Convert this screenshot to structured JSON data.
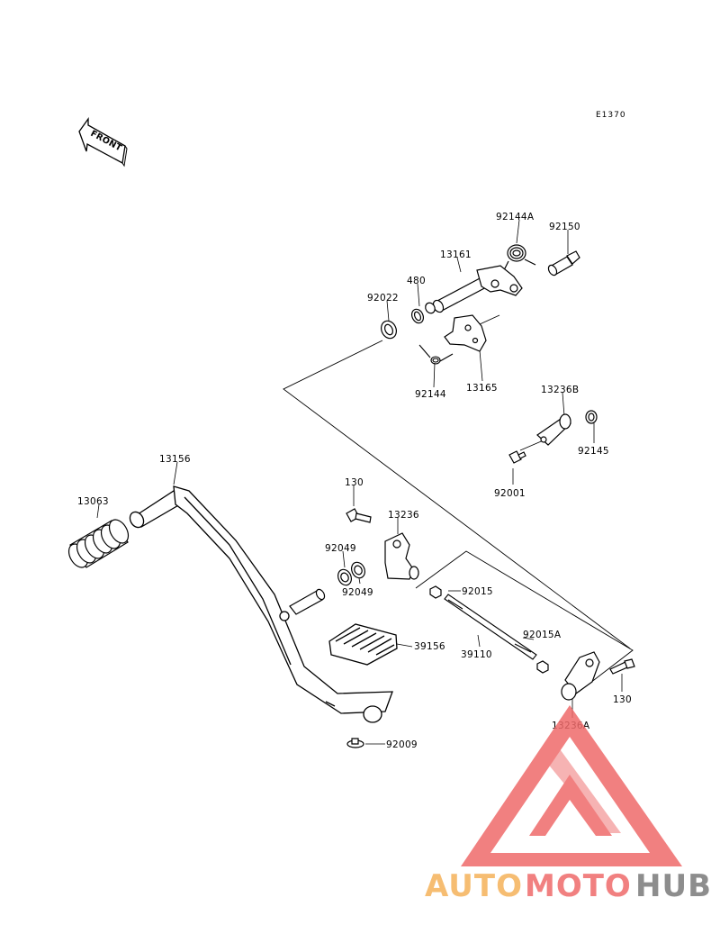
{
  "diagram": {
    "reference_code": "E1370",
    "front_arrow_label": "FRONT",
    "part_labels": {
      "p92144A": "92144A",
      "p92150": "92150",
      "p13161": "13161",
      "p480": "480",
      "p92022": "92022",
      "p92144": "92144",
      "p13165": "13165",
      "p13236B": "13236B",
      "p92145": "92145",
      "p92001": "92001",
      "p13156": "13156",
      "p13063": "13063",
      "p130_top": "130",
      "p13236": "13236",
      "p92049_a": "92049",
      "p92049_b": "92049",
      "p92015": "92015",
      "p92015A": "92015A",
      "p39156": "39156",
      "p39110": "39110",
      "p130_right": "130",
      "p13236A": "13236A",
      "p92009": "92009"
    }
  },
  "watermark": {
    "word_part1": "AUTO",
    "word_part2": "MOTO",
    "word_part3": "HUB",
    "color_orange": "#f5b25a",
    "color_red": "#ef6a6a",
    "color_grey": "#7a7a7a"
  }
}
